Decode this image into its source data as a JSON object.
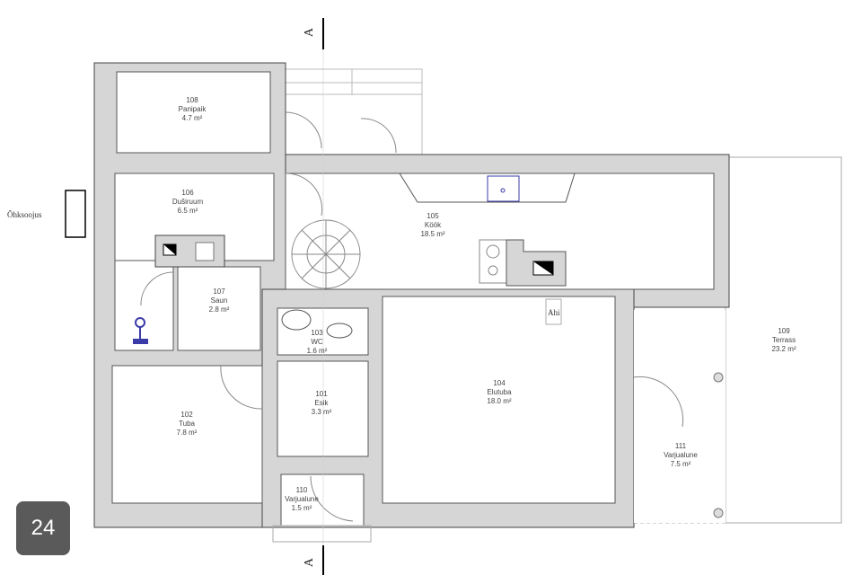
{
  "page_badge": "24",
  "section_marker": "A",
  "heater_label": "Õhksoojus",
  "oven_label": "Ahi",
  "rooms": [
    {
      "number": "108",
      "name": "Panipaik",
      "area": "4.7  m²"
    },
    {
      "number": "106",
      "name": "Duširuum",
      "area": "6.5  m²"
    },
    {
      "number": "105",
      "name": "Köök",
      "area": "18.5  m²"
    },
    {
      "number": "107",
      "name": "Saun",
      "area": "2.8  m²"
    },
    {
      "number": "103",
      "name": "WC",
      "area": "1.6  m²"
    },
    {
      "number": "104",
      "name": "Elutuba",
      "area": "18.0  m²"
    },
    {
      "number": "109",
      "name": "Terrass",
      "area": "23.2  m²"
    },
    {
      "number": "101",
      "name": "Esik",
      "area": "3.3  m²"
    },
    {
      "number": "102",
      "name": "Tuba",
      "area": "7.8  m²"
    },
    {
      "number": "111",
      "name": "Varjualune",
      "area": "7.5  m²"
    },
    {
      "number": "110",
      "name": "Varjualune",
      "area": "1.5  m²"
    }
  ],
  "colors": {
    "wall": "#d6d6d6",
    "outline": "#333333",
    "fixture": "#3a3aa8",
    "badge": "#5a5a5a"
  }
}
